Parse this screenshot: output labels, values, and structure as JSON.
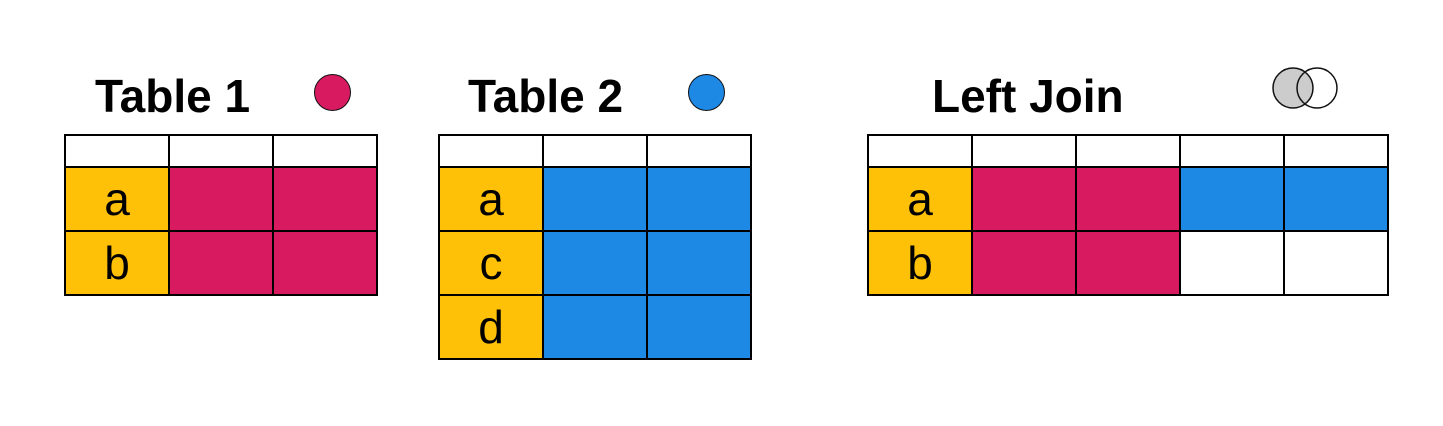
{
  "colors": {
    "key": "#FFC107",
    "table1": "#D81B60",
    "table2": "#1E88E5",
    "venn_left": "#CCCCCC",
    "empty": "#FFFFFF"
  },
  "table1": {
    "title": "Table 1",
    "icon": "pink-circle-icon",
    "keys": [
      "a",
      "b"
    ]
  },
  "table2": {
    "title": "Table 2",
    "icon": "blue-circle-icon",
    "keys": [
      "a",
      "c",
      "d"
    ]
  },
  "left_join": {
    "title": "Left Join",
    "icon": "venn-left-join-icon",
    "keys": [
      "a",
      "b"
    ],
    "rows": [
      {
        "key": "a",
        "from_table1": true,
        "from_table2": true
      },
      {
        "key": "b",
        "from_table1": true,
        "from_table2": false
      }
    ]
  }
}
